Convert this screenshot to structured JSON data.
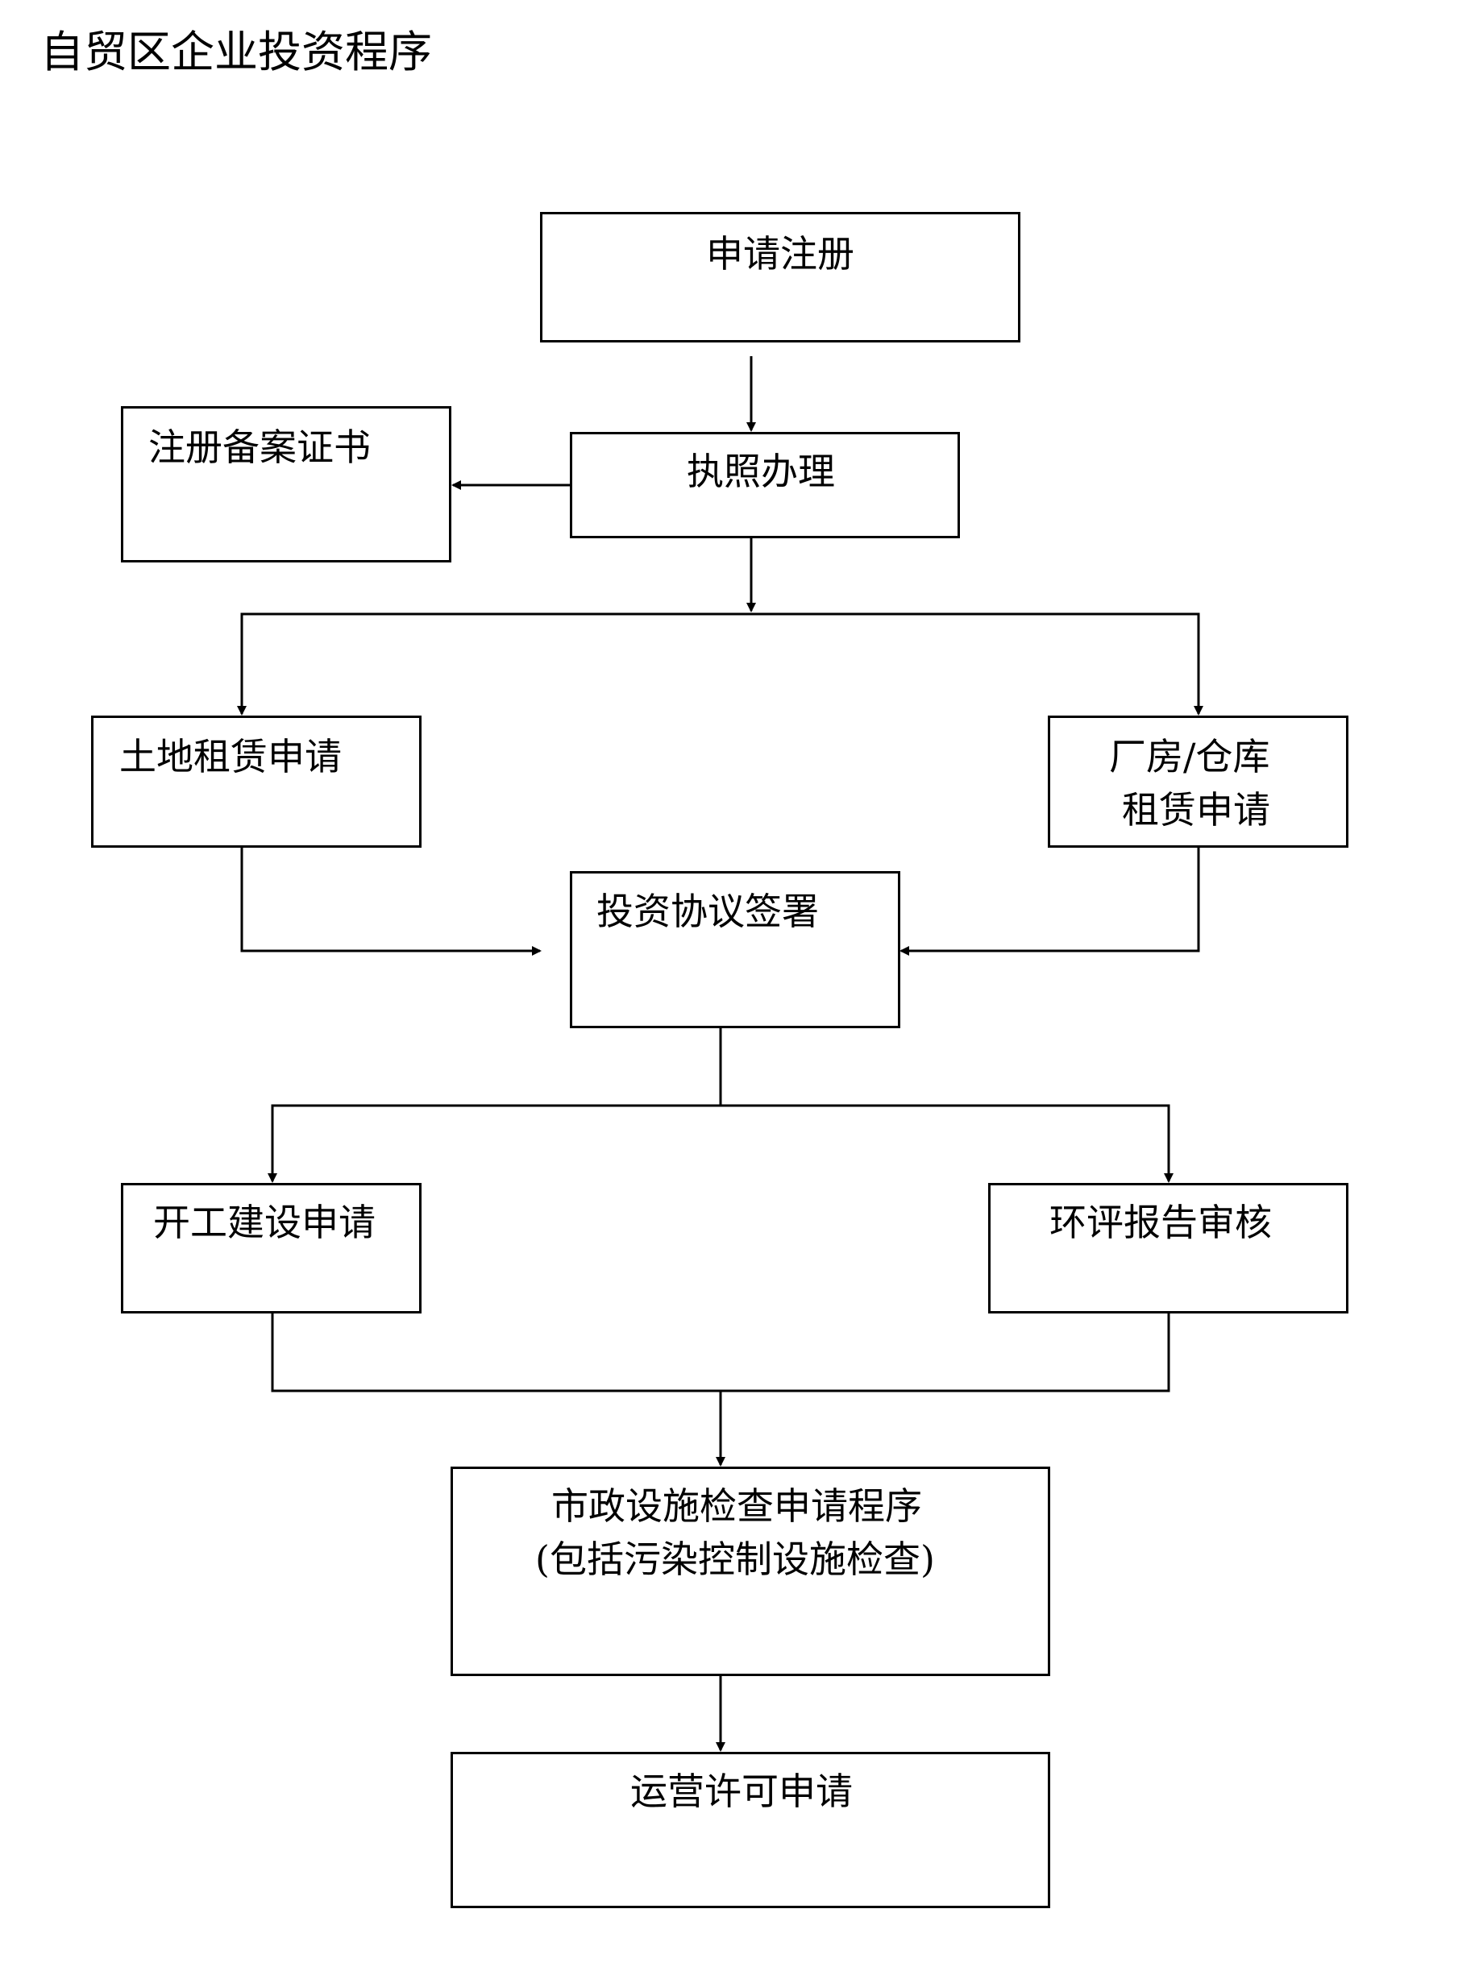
{
  "title": "自贸区企业投资程序",
  "nodes": {
    "register": "申请注册",
    "certificate": "注册备案证书",
    "license": "执照办理",
    "land_lease": "土地租赁申请",
    "factory_lease_line1": "厂房/仓库",
    "factory_lease_line2": "租赁申请",
    "agreement": "投资协议签署",
    "construction": "开工建设申请",
    "eia": "环评报告审核",
    "municipal_line1": "市政设施检查申请程序",
    "municipal_line2": "(包括污染控制设施检查)",
    "operation": "运营许可申请"
  }
}
